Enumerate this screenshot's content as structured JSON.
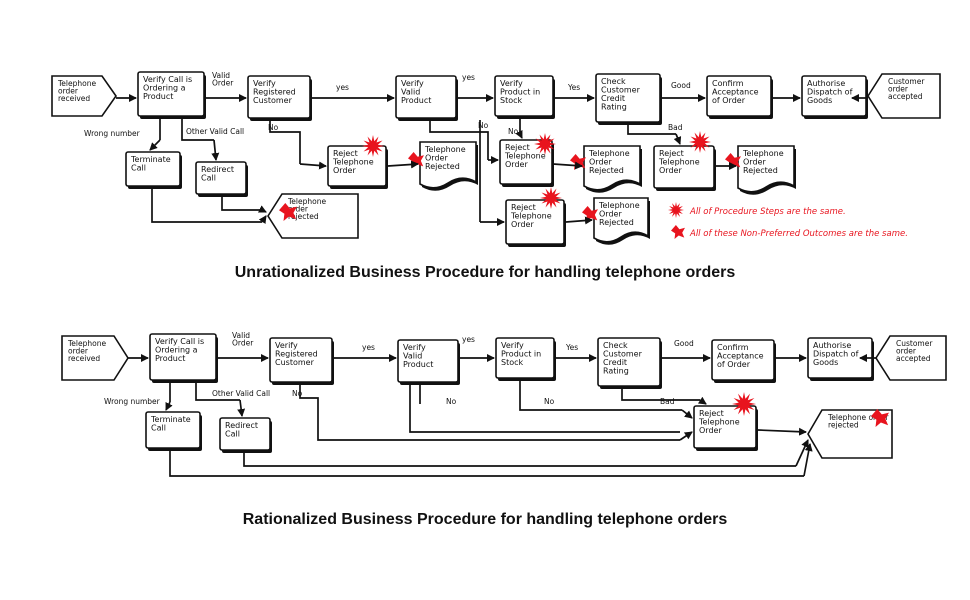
{
  "diagrams": [
    {
      "caption": "Unrationalized Business Procedure for handling telephone orders",
      "shapes": {
        "start": [
          "Telephone",
          "order",
          "received"
        ],
        "verify_call": [
          "Verify Call is",
          "Ordering a",
          "Product"
        ],
        "verify_customer": [
          "Verify",
          "Registered",
          "Customer"
        ],
        "verify_product": [
          "Verify",
          "Valid",
          "Product"
        ],
        "verify_stock": [
          "Verify",
          "Product in",
          "Stock"
        ],
        "check_credit": [
          "Check",
          "Customer",
          "Credit",
          "Rating"
        ],
        "confirm": [
          "Confirm",
          "Acceptance",
          "of Order"
        ],
        "authorise": [
          "Authorise",
          "Dispatch of",
          "Goods"
        ],
        "end": [
          "Customer",
          "order",
          "accepted"
        ],
        "terminate": [
          "Terminate",
          "Call"
        ],
        "redirect": [
          "Redirect",
          "Call"
        ],
        "rejected_end": [
          "Telephone",
          "order",
          "rejected"
        ],
        "reject_a": [
          "Reject",
          "Telephone",
          "Order"
        ],
        "rejected_a": [
          "Telephone",
          "Order",
          "Rejected"
        ],
        "reject_b": [
          "Reject",
          "Telephone",
          "Order"
        ],
        "rejected_b": [
          "Telephone",
          "Order",
          "Rejected"
        ],
        "reject_c": [
          "Reject",
          "Telephone",
          "Order"
        ],
        "rejected_c": [
          "Telephone",
          "Order",
          "Rejected"
        ],
        "reject_d": [
          "Reject",
          "Telephone",
          "Order"
        ],
        "rejected_d": [
          "Telephone",
          "Order",
          "Rejected"
        ]
      },
      "edge_labels": {
        "valid_order": [
          "Valid",
          "Order"
        ],
        "yes1": "yes",
        "yes2": "yes",
        "yes3": "Yes",
        "good": "Good",
        "wrong_number": "Wrong number",
        "other_valid_call": "Other Valid Call",
        "no1": "No",
        "no2": "No",
        "no3": "No",
        "bad": "Bad"
      },
      "legend": [
        "All of Procedure Steps are the same.",
        "All of these Non-Preferred Outcomes are the same."
      ]
    },
    {
      "caption": "Rationalized Business Procedure for handling telephone orders",
      "shapes": {
        "start": [
          "Telephone",
          "order",
          "received"
        ],
        "verify_call": [
          "Verify Call is",
          "Ordering a",
          "Product"
        ],
        "verify_customer": [
          "Verify",
          "Registered",
          "Customer"
        ],
        "verify_product": [
          "Verify",
          "Valid",
          "Product"
        ],
        "verify_stock": [
          "Verify",
          "Product in",
          "Stock"
        ],
        "check_credit": [
          "Check",
          "Customer",
          "Credit",
          "Rating"
        ],
        "confirm": [
          "Confirm",
          "Acceptance",
          "of Order"
        ],
        "authorise": [
          "Authorise",
          "Dispatch of",
          "Goods"
        ],
        "end": [
          "Customer",
          "order",
          "accepted"
        ],
        "terminate": [
          "Terminate",
          "Call"
        ],
        "redirect": [
          "Redirect",
          "Call"
        ],
        "reject": [
          "Reject",
          "Telephone",
          "Order"
        ],
        "rejected_end": [
          "Telephone order",
          "rejected"
        ]
      },
      "edge_labels": {
        "valid_order": [
          "Valid",
          "Order"
        ],
        "yes1": "yes",
        "yes2": "yes",
        "yes3": "Yes",
        "good": "Good",
        "wrong_number": "Wrong number",
        "other_valid_call": "Other Valid Call",
        "no1": "No",
        "no2": "No",
        "no3": "No",
        "bad": "Bad"
      }
    }
  ],
  "colors": {
    "ink": "#111111",
    "accent": "#e8141e"
  }
}
